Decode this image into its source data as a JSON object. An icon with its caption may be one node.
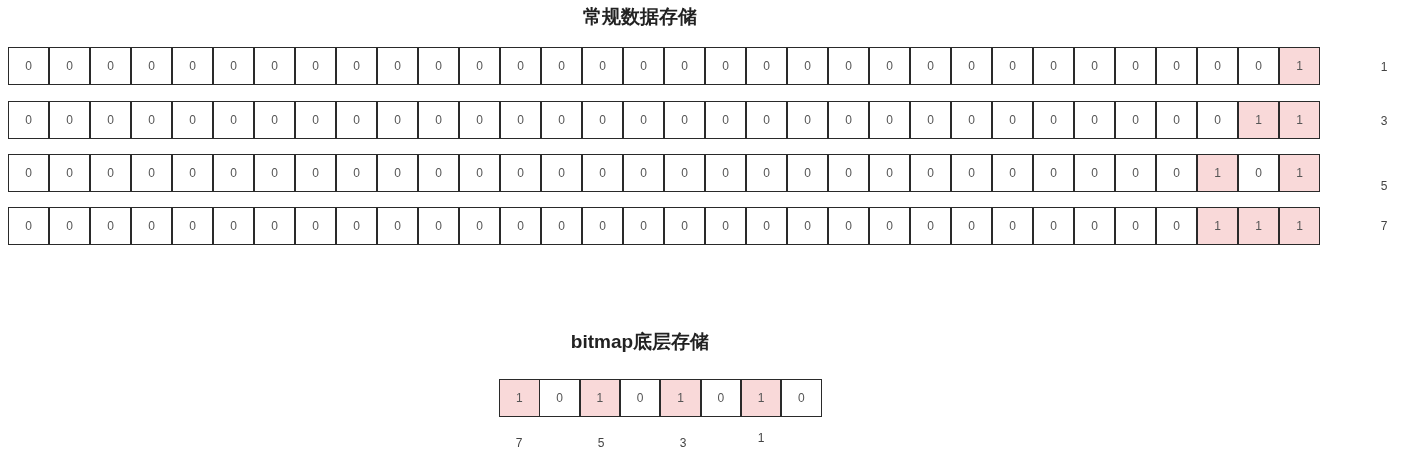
{
  "diagram": {
    "title": "常规数据存储",
    "nodes": [
      {
        "text": [
          "0"
        ]
      },
      {
        "text": [
          "0"
        ]
      },
      {
        "text": [
          "0"
        ]
      },
      {
        "text": [
          "0"
        ]
      },
      {
        "text": [
          "0"
        ]
      },
      {
        "text": [
          "0"
        ]
      },
      {
        "text": [
          "0"
        ]
      },
      {
        "text": [
          "0"
        ]
      },
      {
        "text": [
          "0"
        ]
      },
      {
        "text": [
          "0"
        ]
      },
      {
        "text": [
          "0"
        ]
      },
      {
        "text": [
          "0"
        ]
      },
      {
        "text": [
          "0"
        ]
      },
      {
        "text": [
          "0"
        ]
      },
      {
        "text": [
          "0"
        ]
      },
      {
        "text": [
          "0"
        ]
      },
      {
        "text": [
          "0"
        ]
      },
      {
        "text": [
          "0"
        ]
      },
      {
        "text": [
          "0"
        ]
      },
      {
        "text": [
          "0"
        ]
      },
      {
        "text": [
          "0"
        ]
      },
      {
        "text": [
          "0"
        ]
      },
      {
        "text": [
          "0"
        ]
      },
      {
        "text": [
          "0"
        ]
      },
      {
        "text": [
          "0"
        ]
      },
      {
        "text": [
          "0"
        ]
      },
      {
        "text": [
          "0"
        ]
      },
      {
        "text": [
          "0"
        ]
      },
      {
        "text": [
          "0"
        ]
      },
      {
        "text": [
          "0"
        ]
      },
      {
        "text": [
          "0"
        ]
      },
      {
        "text": [
          "1"
        ]
      },
      {
        "text": [
          "0"
        ]
      },
      {
        "text": [
          "0"
        ]
      },
      {
        "text": [
          "0"
        ]
      },
      {
        "text": [
          "0"
        ]
      },
      {
        "text": [
          "0"
        ]
      },
      {
        "text": [
          "0"
        ]
      },
      {
        "text": [
          "0"
        ]
      },
      {
        "text": [
          "0"
        ]
      },
      {
        "text": [
          "0"
        ]
      },
      {
        "text": [
          "0"
        ]
      },
      {
        "text": [
          "0"
        ]
      },
      {
        "text": [
          "0"
        ]
      },
      {
        "text": [
          "0"
        ]
      },
      {
        "text": [
          "0"
        ]
      },
      {
        "text": [
          "0"
        ]
      },
      {
        "text": [
          "0"
        ]
      },
      {
        "text": [
          "0"
        ]
      },
      {
        "text": [
          "0"
        ]
      },
      {
        "text": [
          "0"
        ]
      },
      {
        "text": [
          "0"
        ]
      },
      {
        "text": [
          "0"
        ]
      },
      {
        "text": [
          "0"
        ]
      },
      {
        "text": [
          "0"
        ]
      },
      {
        "text": [
          "0"
        ]
      },
      {
        "text": [
          "0"
        ]
      },
      {
        "text": [
          "0"
        ]
      },
      {
        "text": [
          "0"
        ]
      },
      {
        "text": [
          "0"
        ]
      },
      {
        "text": [
          "0"
        ]
      },
      {
        "text": [
          "0"
        ]
      },
      {
        "text": [
          "1"
        ]
      },
      {
        "text": [
          "1"
        ]
      },
      {
        "text": [
          "0"
        ]
      },
      {
        "text": [
          "0"
        ]
      },
      {
        "text": [
          "0"
        ]
      },
      {
        "text": [
          "0"
        ]
      },
      {
        "text": [
          "0"
        ]
      },
      {
        "text": [
          "0"
        ]
      },
      {
        "text": [
          "0"
        ]
      },
      {
        "text": [
          "0"
        ]
      },
      {
        "text": [
          "0"
        ]
      },
      {
        "text": [
          "0"
        ]
      },
      {
        "text": [
          "0"
        ]
      },
      {
        "text": [
          "0"
        ]
      },
      {
        "text": [
          "0"
        ]
      },
      {
        "text": [
          "0"
        ]
      },
      {
        "text": [
          "0"
        ]
      },
      {
        "text": [
          "0"
        ]
      },
      {
        "text": [
          "0"
        ]
      },
      {
        "text": [
          "0"
        ]
      },
      {
        "text": [
          "0"
        ]
      },
      {
        "text": [
          "0"
        ]
      },
      {
        "text": [
          "0"
        ]
      },
      {
        "text": [
          "0"
        ]
      },
      {
        "text": [
          "0"
        ]
      },
      {
        "text": [
          "0"
        ]
      },
      {
        "text": [
          "0"
        ]
      },
      {
        "text": [
          "0"
        ]
      },
      {
        "text": [
          "0"
        ]
      },
      {
        "text": [
          "0"
        ]
      },
      {
        "text": [
          "0"
        ]
      },
      {
        "text": [
          "1"
        ]
      },
      {
        "text": [
          "0"
        ]
      },
      {
        "text": [
          "1"
        ]
      },
      {
        "text": [
          "0"
        ]
      },
      {
        "text": [
          "0"
        ]
      },
      {
        "text": [
          "0"
        ]
      },
      {
        "text": [
          "0"
        ]
      },
      {
        "text": [
          "0"
        ]
      },
      {
        "text": [
          "0"
        ]
      },
      {
        "text": [
          "0"
        ]
      },
      {
        "text": [
          "0"
        ]
      },
      {
        "text": [
          "0"
        ]
      },
      {
        "text": [
          "0"
        ]
      },
      {
        "text": [
          "0"
        ]
      },
      {
        "text": [
          "0"
        ]
      },
      {
        "text": [
          "0"
        ]
      },
      {
        "text": [
          "0"
        ]
      },
      {
        "text": [
          "0"
        ]
      },
      {
        "text": [
          "0"
        ]
      },
      {
        "text": [
          "0"
        ]
      },
      {
        "text": [
          "0"
        ]
      },
      {
        "text": [
          "0"
        ]
      },
      {
        "text": [
          "0"
        ]
      },
      {
        "text": [
          "0"
        ]
      },
      {
        "text": [
          "0"
        ]
      },
      {
        "text": [
          "0"
        ]
      },
      {
        "text": [
          "0"
        ]
      },
      {
        "text": [
          "0"
        ]
      },
      {
        "text": [
          "0"
        ]
      },
      {
        "text": [
          "0"
        ]
      },
      {
        "text": [
          "0"
        ]
      },
      {
        "text": [
          "0"
        ]
      },
      {
        "text": [
          "1"
        ]
      },
      {
        "text": [
          "1"
        ]
      },
      {
        "text": [
          "1"
        ]
      },
      {
        "text": [
          "1"
        ]
      },
      {
        "text": [
          "0"
        ]
      },
      {
        "text": [
          "1"
        ]
      },
      {
        "text": [
          "0"
        ]
      },
      {
        "text": [
          "1"
        ]
      },
      {
        "text": [
          "0"
        ]
      },
      {
        "text": [
          "1"
        ]
      },
      {
        "text": [
          "0"
        ]
      }
    ],
    "labels": [
      "1",
      "3",
      "5",
      "7",
      "bitmap底层存储",
      "7",
      "5",
      "3",
      "1"
    ]
  }
}
